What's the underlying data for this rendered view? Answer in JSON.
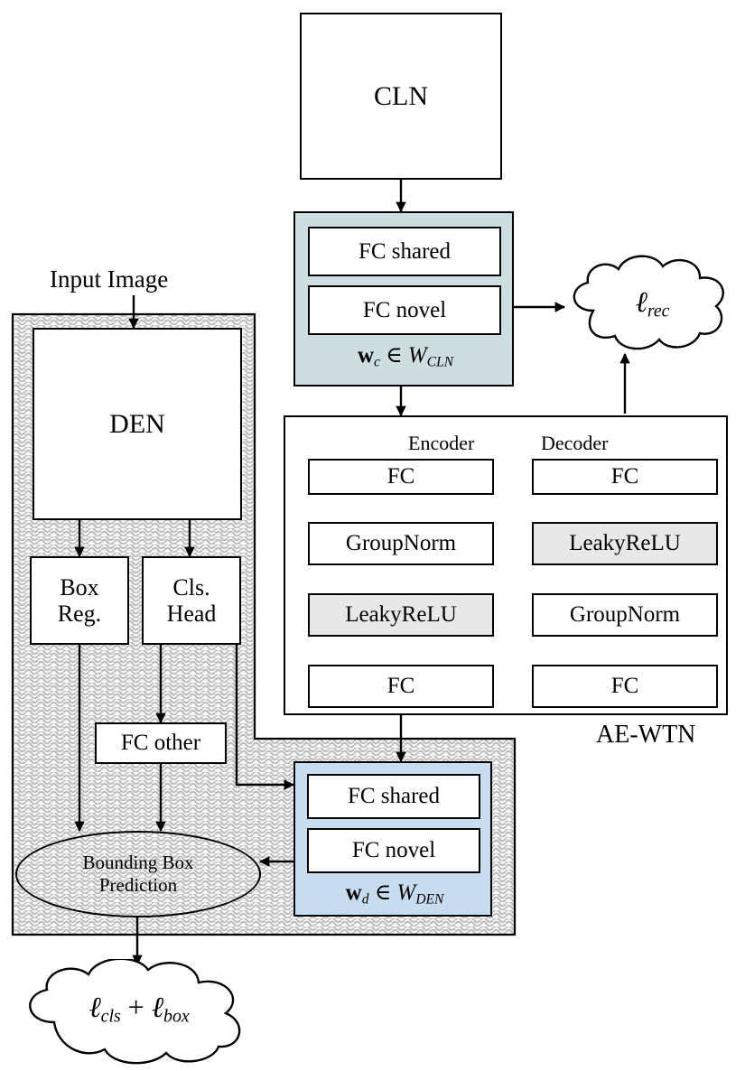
{
  "figure": {
    "type": "architecture-block-diagram",
    "background": "#ffffff",
    "palette": {
      "cln_block_fill": "#cddde0",
      "den_block_fill": "#c7dcef",
      "activation_fill": "#e8e8e8",
      "hatch_region_fill": "#f2f2f2",
      "hatch_stroke": "#b8b8b8",
      "line": "#000000"
    }
  },
  "nodes": {
    "cln": "CLN",
    "den": "DEN",
    "input_image_label": "Input Image",
    "box_reg_line1": "Box",
    "box_reg_line2": "Reg.",
    "cls_head_line1": "Cls.",
    "cls_head_line2": "Head",
    "fc_other": "FC other",
    "bbox_pred_line1": "Bounding Box",
    "bbox_pred_line2": "Prediction",
    "ae_wtn_label": "AE-WTN",
    "encoder_label": "Encoder",
    "decoder_label": "Decoder"
  },
  "cln_weight_block": {
    "fc_shared": "FC shared",
    "fc_novel": "FC novel",
    "weight_symbol": "w",
    "weight_subscript": "c",
    "member_symbol": "∈",
    "set_symbol": "W",
    "set_subscript": "CLN",
    "caption": "w_c ∈ W_CLN"
  },
  "den_weight_block": {
    "fc_shared": "FC shared",
    "fc_novel": "FC novel",
    "weight_symbol": "w",
    "weight_subscript": "d",
    "member_symbol": "∈",
    "set_symbol": "W",
    "set_subscript": "DEN",
    "caption": "w_d ∈ W_DEN"
  },
  "autoencoder": {
    "encoder": {
      "title": "Encoder",
      "layers": [
        {
          "label": "FC",
          "highlight": false
        },
        {
          "label": "GroupNorm",
          "highlight": false
        },
        {
          "label": "LeakyReLU",
          "highlight": true
        },
        {
          "label": "FC",
          "highlight": false
        }
      ]
    },
    "decoder": {
      "title": "Decoder",
      "layers_top_to_bottom": [
        {
          "label": "FC",
          "highlight": false
        },
        {
          "label": "LeakyReLU",
          "highlight": true
        },
        {
          "label": "GroupNorm",
          "highlight": false
        },
        {
          "label": "FC",
          "highlight": false
        }
      ]
    }
  },
  "losses": {
    "rec": {
      "symbol": "ℓ",
      "subscript": "rec",
      "text": "ℓ_rec"
    },
    "det": {
      "part1_symbol": "ℓ",
      "part1_subscript": "cls",
      "plus": "+",
      "part2_symbol": "ℓ",
      "part2_subscript": "box",
      "text": "ℓ_cls + ℓ_box"
    }
  }
}
